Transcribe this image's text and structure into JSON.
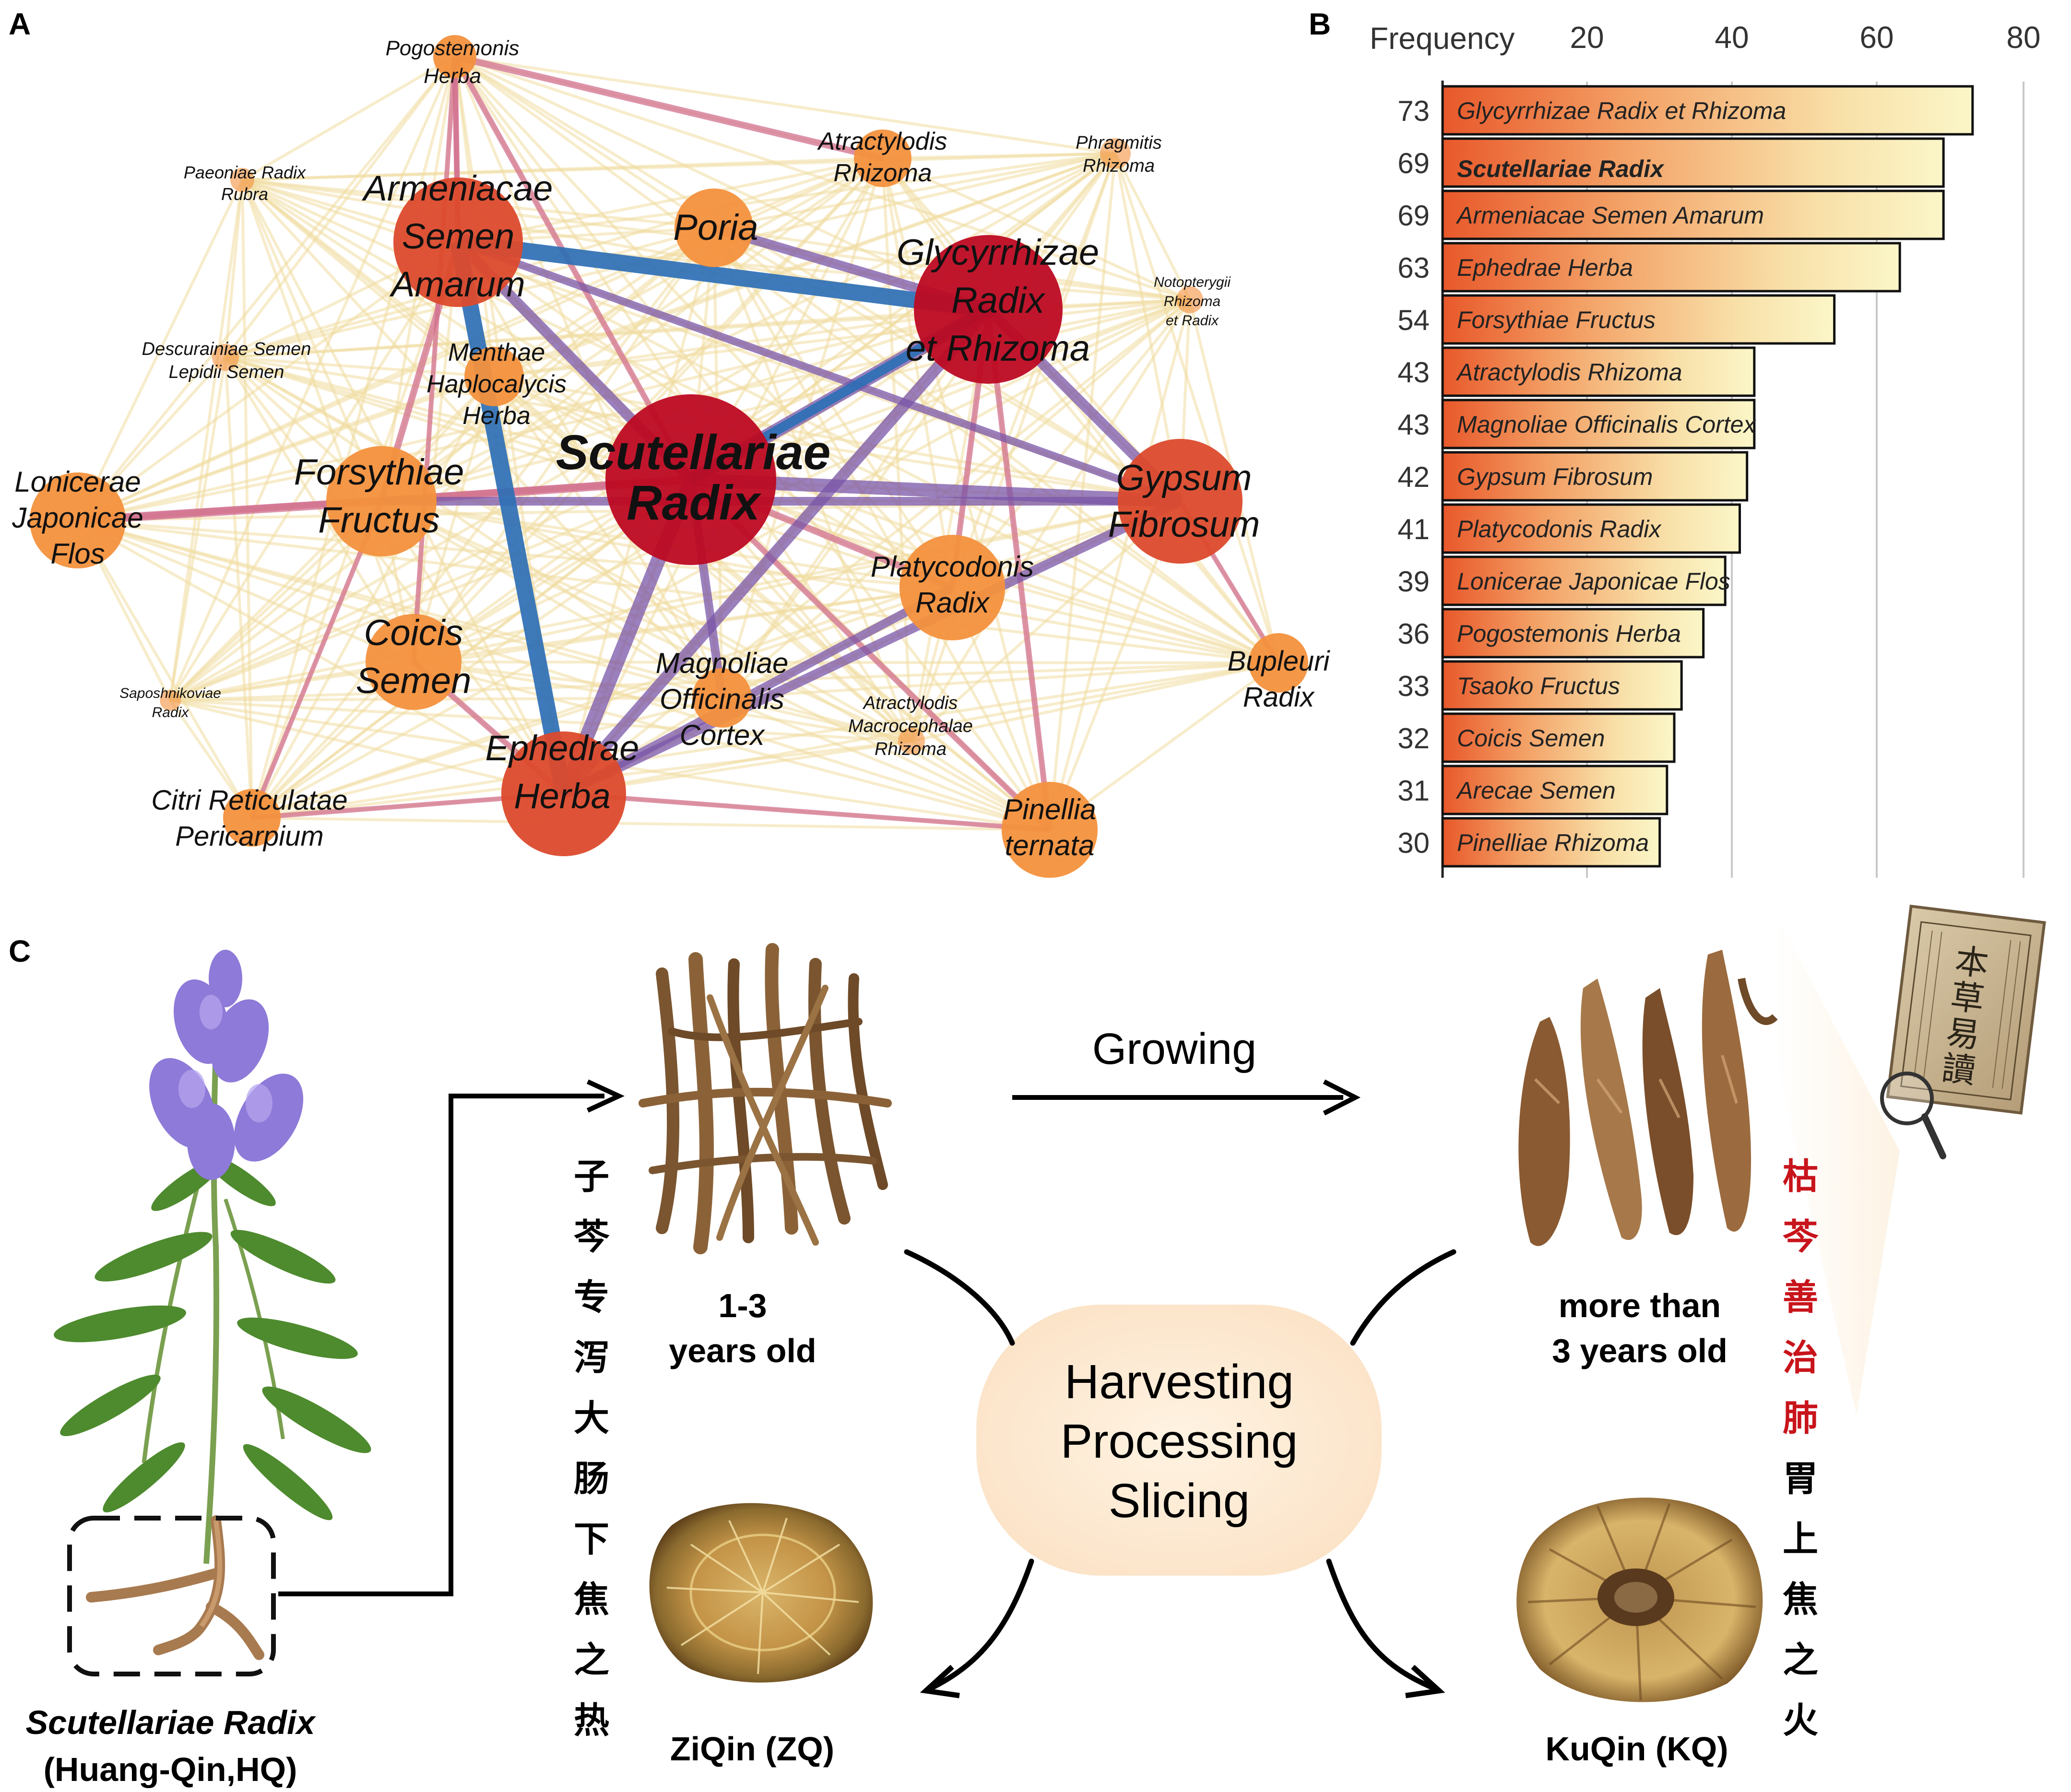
{
  "panels": {
    "a": "A",
    "b": "B",
    "c": "C"
  },
  "network": {
    "nodes": [
      {
        "id": "scutellariae",
        "lines": [
          "Scutellariae",
          "Radix"
        ],
        "size": "xl",
        "bold": true
      },
      {
        "id": "glycyrrhizae",
        "lines": [
          "Glycyrrhizae",
          "Radix",
          "et Rhizoma"
        ],
        "size": "l"
      },
      {
        "id": "armeniacae",
        "lines": [
          "Armeniacae",
          "Semen",
          "Amarum"
        ],
        "size": "l"
      },
      {
        "id": "ephedrae",
        "lines": [
          "Ephedrae",
          "Herba"
        ],
        "size": "l"
      },
      {
        "id": "gypsum",
        "lines": [
          "Gypsum",
          "Fibrosum"
        ],
        "size": "l"
      },
      {
        "id": "forsythiae",
        "lines": [
          "Forsythiae",
          "Fructus"
        ],
        "size": "l"
      },
      {
        "id": "platycodonis",
        "lines": [
          "Platycodonis",
          "Radix"
        ],
        "size": "m"
      },
      {
        "id": "coicis",
        "lines": [
          "Coicis",
          "Semen"
        ],
        "size": "l"
      },
      {
        "id": "poria",
        "lines": [
          "Poria"
        ],
        "size": "l"
      },
      {
        "id": "lonicerae",
        "lines": [
          "Lonicerae",
          "Japonicae",
          "Flos"
        ],
        "size": "m"
      },
      {
        "id": "pinellia",
        "lines": [
          "Pinellia",
          "ternata"
        ],
        "size": "m"
      },
      {
        "id": "menthae",
        "lines": [
          "Menthae",
          "Haplocalycis",
          "Herba"
        ],
        "size": "m"
      },
      {
        "id": "magnoliae",
        "lines": [
          "Magnoliae",
          "Officinalis",
          "Cortex"
        ],
        "size": "m"
      },
      {
        "id": "atractylodis",
        "lines": [
          "Atractylodis",
          "Rhizoma"
        ],
        "size": "m"
      },
      {
        "id": "pogostemonis",
        "lines": [
          "Pogostemonis",
          "Herba"
        ],
        "size": "s"
      },
      {
        "id": "bupleuri",
        "lines": [
          "Bupleuri",
          "Radix"
        ],
        "size": "m"
      },
      {
        "id": "citri",
        "lines": [
          "Citri Reticulatae",
          "Pericarpium"
        ],
        "size": "m"
      },
      {
        "id": "paeoniae",
        "lines": [
          "Paeoniae Radix",
          "Rubra"
        ],
        "size": "xs"
      },
      {
        "id": "phragmitis",
        "lines": [
          "Phragmitis",
          "Rhizoma"
        ],
        "size": "xs"
      },
      {
        "id": "notopterygii",
        "lines": [
          "Notopterygii",
          "Rhizoma",
          "et Radix"
        ],
        "size": "xxs"
      },
      {
        "id": "descurainiae",
        "lines": [
          "Descurainiae Semen",
          "Lepidii Semen"
        ],
        "size": "xs"
      },
      {
        "id": "saposhnikoviae",
        "lines": [
          "Saposhnikoviae",
          "Radix"
        ],
        "size": "xxs"
      },
      {
        "id": "atractylodis_m",
        "lines": [
          "Atractylodis",
          "Macrocephalae",
          "Rhizoma"
        ],
        "size": "xs"
      }
    ],
    "colors": {
      "strong_edge": "#2e6fb5",
      "mid_edge": "#7a56a8",
      "pink_edge": "#d2708f",
      "weak_edge": "#f1dda0",
      "top_node": "#bd0a22",
      "mid_node": "#dc4a2c",
      "low_node": "#f3913d"
    }
  },
  "chart_data": {
    "type": "bar",
    "orientation": "horizontal",
    "xlabel": "Frequency",
    "xticks": [
      20,
      40,
      60,
      80
    ],
    "xlim": [
      0,
      80
    ],
    "grid": true,
    "highlight": "Scutellariae Radix",
    "categories": [
      "Glycyrrhizae Radix et Rhizoma",
      "Scutellariae Radix",
      "Armeniacae Semen Amarum",
      "Ephedrae Herba",
      "Forsythiae Fructus",
      "Atractylodis Rhizoma",
      "Magnoliae Officinalis Cortex",
      "Gypsum Fibrosum",
      "Platycodonis Radix",
      "Lonicerae Japonicae  Flos",
      "Pogostemonis Herba",
      "Tsaoko Fructus",
      "Coicis Semen",
      "Arecae Semen",
      "Pinelliae Rhizoma"
    ],
    "values": [
      73,
      69,
      69,
      63,
      54,
      43,
      43,
      42,
      41,
      39,
      36,
      33,
      32,
      31,
      30
    ],
    "colors": {
      "bar_start": "#e8582a",
      "bar_end": "#fbf6c8",
      "highlight_text": "#e1101c"
    }
  },
  "panel_c": {
    "plant": {
      "name": "Scutellariae Radix",
      "alias": "(Huang-Qin,HQ)"
    },
    "growing": "Growing",
    "young": {
      "age_line1": "1-3",
      "age_line2": "years old",
      "name": "ZiQin (ZQ)"
    },
    "old": {
      "age_line1": "more than",
      "age_line2": "3 years old",
      "name": "KuQin (KQ)"
    },
    "process": [
      "Harvesting",
      "Processing",
      "Slicing"
    ],
    "left_chars": [
      "子",
      "芩",
      "专",
      "泻",
      "大",
      "肠",
      "下",
      "焦",
      "之",
      "热"
    ],
    "right_chars_red": [
      "枯",
      "芩",
      "善",
      "治",
      "肺"
    ],
    "right_chars_black": [
      "胃",
      "上",
      "焦",
      "之",
      "火"
    ],
    "book_title": [
      "本",
      "草",
      "易",
      "讀"
    ],
    "colors": {
      "red_text": "#c8141b",
      "process_fill": "#fdeedd",
      "root_brown": "#8a5a32"
    }
  }
}
